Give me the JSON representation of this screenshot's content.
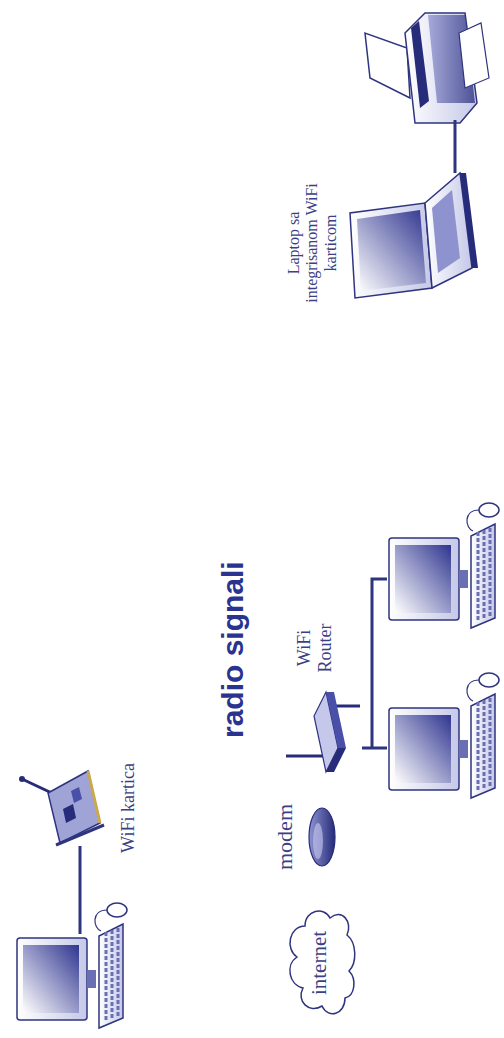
{
  "diagram": {
    "nodes": [
      {
        "text": [
          "WiFi kartica"
        ]
      },
      {
        "text": [
          "internet"
        ]
      },
      {
        "text": [
          "modem"
        ]
      },
      {
        "text": [
          "WiFi Router"
        ]
      },
      {
        "text": [
          "Laptop sa integrisanom WiFi karticom"
        ]
      }
    ],
    "edges": [
      {
        "from": 1,
        "to": 2,
        "arrow": "none"
      },
      {
        "from": 2,
        "to": 3,
        "arrow": "none"
      },
      {
        "from": 3,
        "to": 0,
        "arrow": "none"
      },
      {
        "from": 3,
        "to": 4,
        "arrow": "none"
      }
    ],
    "labels": [
      "radio signali"
    ]
  }
}
